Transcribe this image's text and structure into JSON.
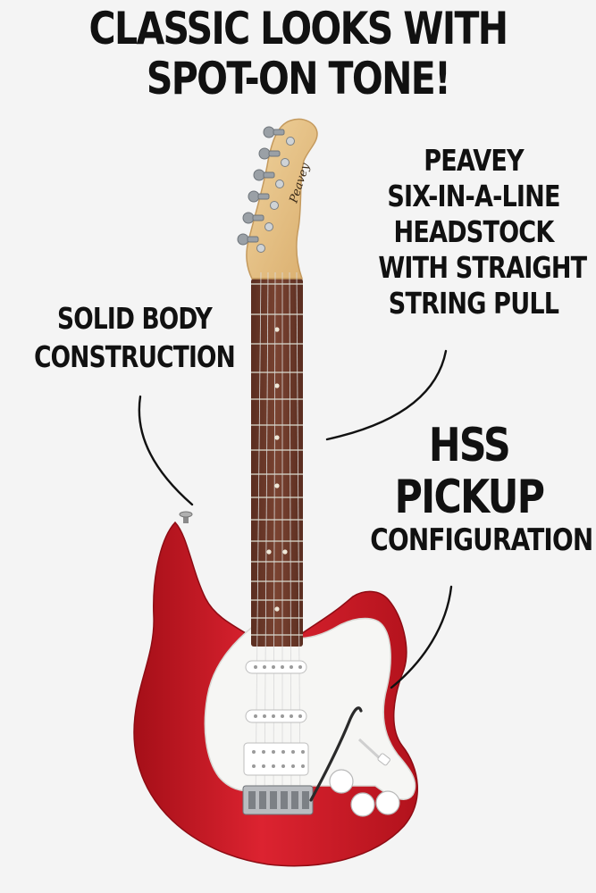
{
  "headline": {
    "line1": "CLASSIC LOOKS WITH",
    "line2": "SPOT-ON TONE!"
  },
  "callouts": {
    "headstock": [
      "PEAVEY",
      "SIX-IN-A-LINE",
      "HEADSTOCK",
      "WITH STRAIGHT",
      "STRING PULL"
    ],
    "body": [
      "SOLID BODY",
      "CONSTRUCTION"
    ],
    "pickup": {
      "line1": "HSS",
      "line2": "PICKUP",
      "line3": "CONFIGURATION"
    }
  },
  "headstock_logo": "Peavey",
  "colors": {
    "background": "#f4f4f4",
    "body": "#cc1822",
    "pickguard": "#f6f6f4",
    "fretboard": "#6b3a2a",
    "headstock": "#e8c48a",
    "text": "#111111"
  }
}
